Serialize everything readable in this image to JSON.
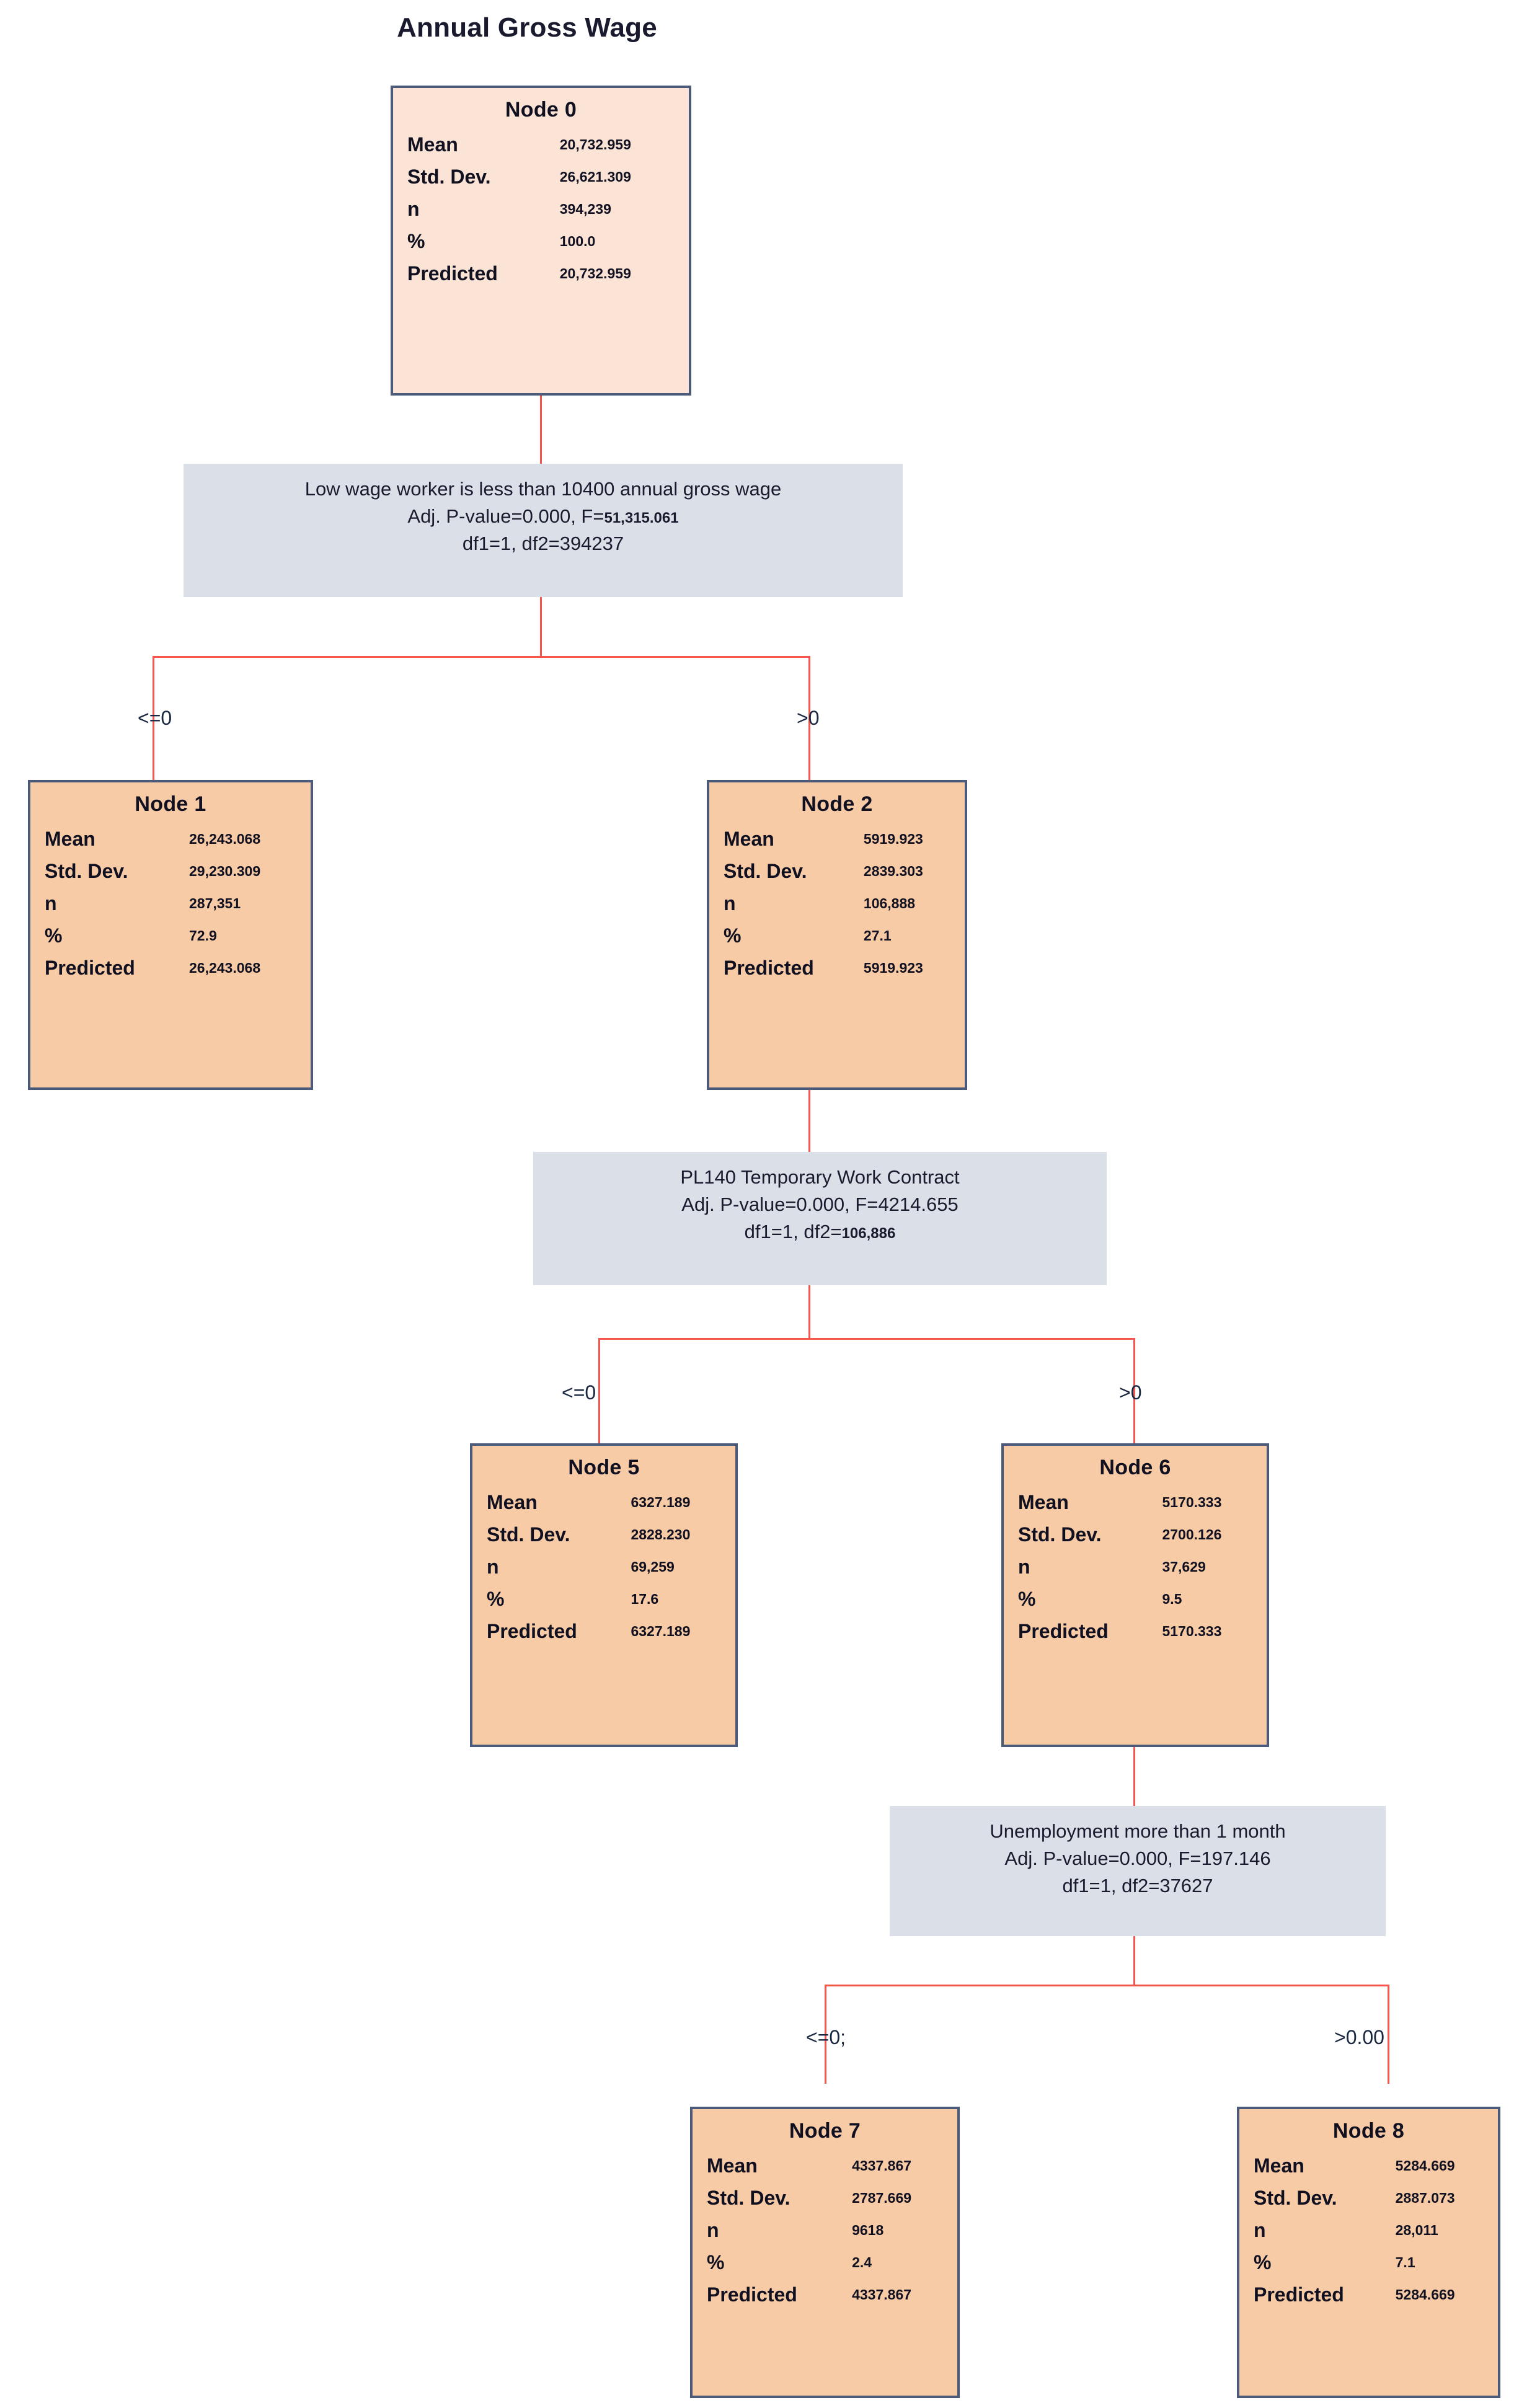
{
  "chart_data": {
    "type": "diagram",
    "subtype": "decision-tree",
    "title": "Annual Gross Wage",
    "target_variable": "Annual Gross Wage",
    "stat_labels": [
      "Mean",
      "Std. Dev.",
      "n",
      "%",
      "Predicted"
    ],
    "nodes": [
      {
        "id": "node0",
        "title": "Node 0",
        "mean": "20,732.959",
        "std_dev": "26,621.309",
        "n": "394,239",
        "percent": "100.0",
        "predicted": "20,732.959"
      },
      {
        "id": "node1",
        "title": "Node 1",
        "mean": "26,243.068",
        "std_dev": "29,230.309",
        "n": "287,351",
        "percent": "72.9",
        "predicted": "26,243.068"
      },
      {
        "id": "node2",
        "title": "Node 2",
        "mean": "5919.923",
        "std_dev": "2839.303",
        "n": "106,888",
        "percent": "27.1",
        "predicted": "5919.923"
      },
      {
        "id": "node5",
        "title": "Node 5",
        "mean": "6327.189",
        "std_dev": "2828.230",
        "n": "69,259",
        "percent": "17.6",
        "predicted": "6327.189"
      },
      {
        "id": "node6",
        "title": "Node 6",
        "mean": "5170.333",
        "std_dev": "2700.126",
        "n": "37,629",
        "percent": "9.5",
        "predicted": "5170.333"
      },
      {
        "id": "node7",
        "title": "Node 7",
        "mean": "4337.867",
        "std_dev": "2787.669",
        "n": "9618",
        "percent": "2.4",
        "predicted": "4337.867"
      },
      {
        "id": "node8",
        "title": "Node 8",
        "mean": "5284.669",
        "std_dev": "2887.073",
        "n": "28,011",
        "percent": "7.1",
        "predicted": "5284.669"
      }
    ],
    "splits": [
      {
        "id": "split0",
        "predictor": "Low wage worker is less than 10400 annual gross wage",
        "stats_prefix": "Adj. P-value=0.000, F=",
        "f_value": "51,315.061",
        "df_prefix": "df1=1, df2=",
        "df2": "394237",
        "branches": [
          "<=0",
          ">0"
        ]
      },
      {
        "id": "split2",
        "predictor": "PL140 Temporary Work Contract",
        "stats_prefix": "Adj. P-value=0.000, F=",
        "f_value": "4214.655",
        "df_prefix": "df1=1, df2=",
        "df2": "106,886",
        "branches": [
          "<=0",
          ">0"
        ]
      },
      {
        "id": "split6",
        "predictor": "Unemployment more than 1 month",
        "stats_prefix": "Adj. P-value=0.000, F=",
        "f_value": "197.146",
        "df_prefix": "df1=1, df2=",
        "df2": "37627",
        "branches": [
          "<=0;",
          ">0.00"
        ]
      }
    ],
    "colors": {
      "root_node_fill": "#fbe4d6",
      "node_fill": "#f7cba6",
      "node_border": "#4a5a78",
      "split_fill": "#dbe0e8",
      "connector": "#f5554a",
      "text": "#101020",
      "title_text": "#1a1a2e"
    }
  }
}
